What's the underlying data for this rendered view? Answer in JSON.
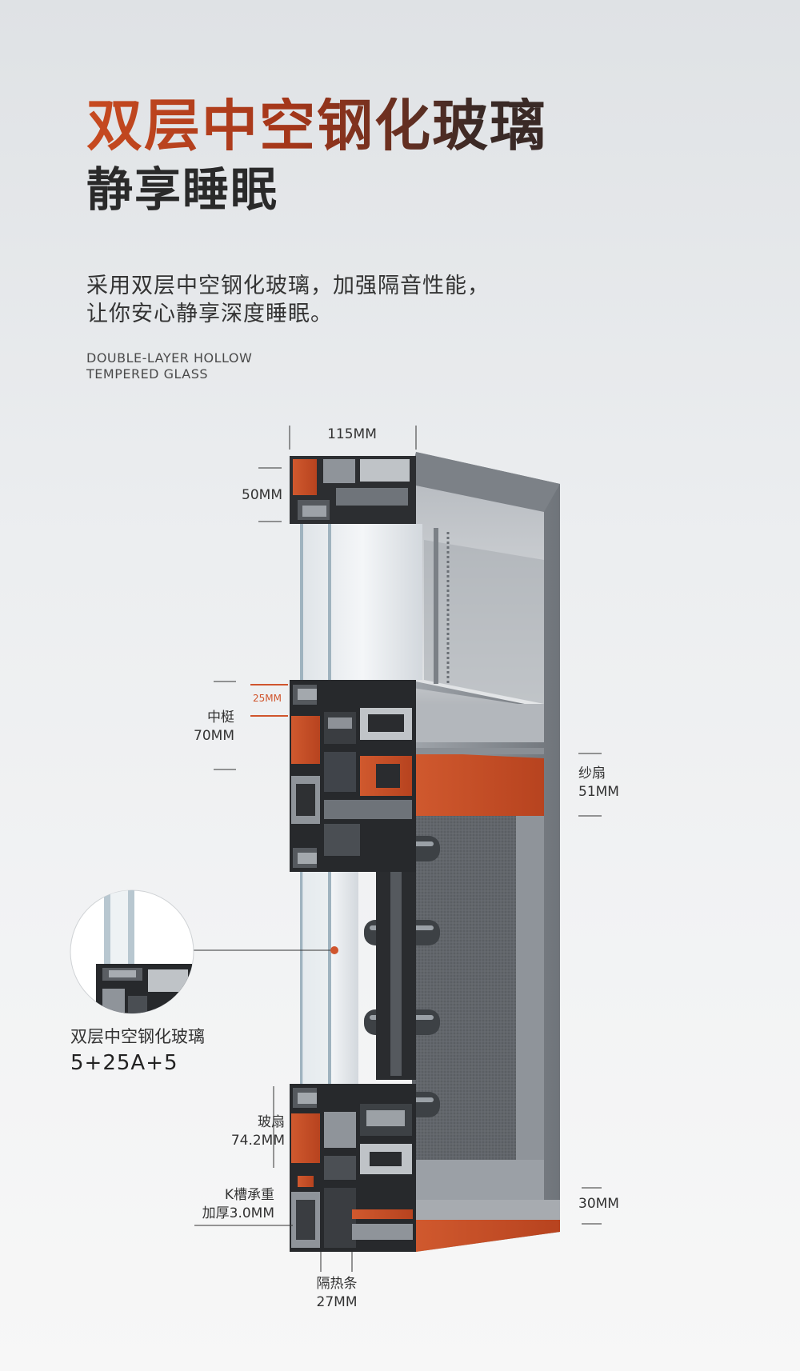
{
  "header": {
    "title": "双层中空钢化玻璃",
    "subtitle": "静享睡眠",
    "description_lines": [
      "采用双层中空钢化玻璃，加强隔音性能，",
      "让你安心静享深度睡眠。"
    ],
    "english_lines": [
      "DOUBLE-LAYER HOLLOW",
      "TEMPERED GLASS"
    ]
  },
  "dimensions": {
    "width_top": "115MM",
    "frame_top": "50MM",
    "gap": "25MM",
    "mullion_name": "中梃",
    "mullion_value": "70MM",
    "screen_name": "纱扇",
    "screen_value": "51MM",
    "glass_sash_name": "玻扇",
    "glass_sash_value": "74.2MM",
    "k_slot_line1": "K槽承重",
    "k_slot_line2": "加厚3.0MM",
    "bottom_value": "30MM",
    "thermal_name": "隔热条",
    "thermal_value": "27MM"
  },
  "glass_callout": {
    "name": "双层中空钢化玻璃",
    "spec": "5+25A+5"
  },
  "colors": {
    "accent": "#c8552c",
    "profile_dark": "#2a2a2a",
    "profile_gray": "#8d9197"
  }
}
